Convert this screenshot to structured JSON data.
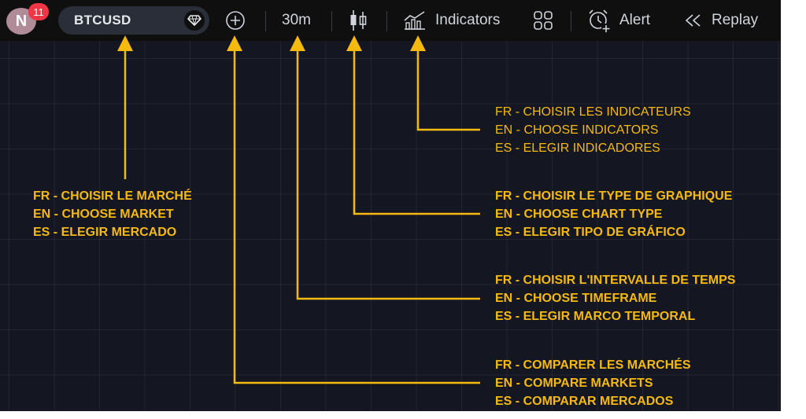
{
  "toolbar": {
    "avatar_letter": "N",
    "notification_count": "11",
    "symbol": "BTCUSD",
    "timeframe": "30m",
    "indicators_label": "Indicators",
    "alert_label": "Alert",
    "replay_label": "Replay"
  },
  "annotations": {
    "market": [
      "FR - CHOISIR LE MARCHÉ",
      "EN - CHOOSE MARKET",
      "ES - ELEGIR MERCADO"
    ],
    "indicators": [
      "FR - CHOISIR LES INDICATEURS",
      "EN - CHOOSE INDICATORS",
      "ES - ELEGIR INDICADORES"
    ],
    "chart_type": [
      "FR - CHOISIR LE TYPE DE GRAPHIQUE",
      "EN - CHOOSE CHART TYPE",
      "ES - ELEGIR TIPO DE GRÁFICO"
    ],
    "timeframe": [
      "FR - CHOISIR L'INTERVALLE DE TEMPS",
      "EN - CHOOSE TIMEFRAME",
      "ES - ELEGIR MARCO TEMPORAL"
    ],
    "compare": [
      "FR - COMPARER LES MARCHÉS",
      "EN - COMPARE MARKETS",
      "ES - COMPARAR MERCADOS"
    ]
  },
  "colors": {
    "annotation": "#f5b90f",
    "background": "#141722",
    "toolbar": "#0f0f0f",
    "badge": "#f23645"
  },
  "icons": [
    "compare-plus-icon",
    "candlestick-icon",
    "indicators-chart-icon",
    "layout-grid-icon",
    "alarm-clock-plus-icon",
    "replay-rewind-icon",
    "diamond-icon"
  ]
}
